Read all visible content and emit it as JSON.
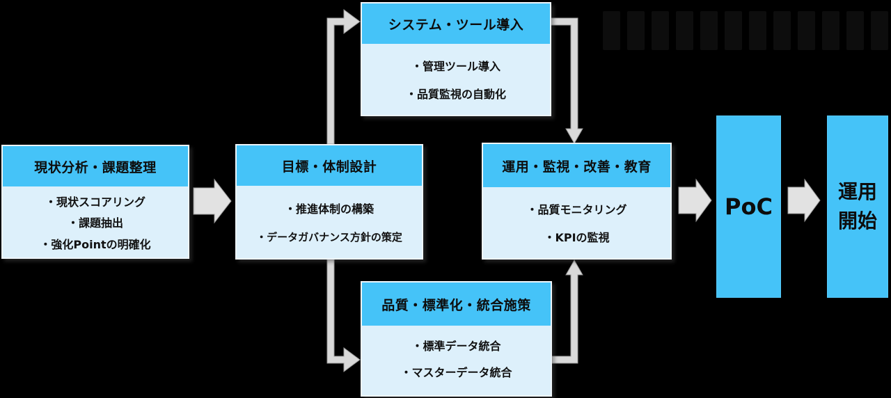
{
  "colors": {
    "background": "#000000",
    "header_blue": "#45c3f8",
    "body_light_blue": "#ddf0fb",
    "milestone_blue": "#45c3f8",
    "arrow_gray": "#e2e2e2",
    "connector_gray": "#d9d9d9",
    "text_dark": "#0d0d0d"
  },
  "diagram": {
    "stages": [
      {
        "title": "現状分析・課題整理",
        "items": [
          "・現状スコアリング",
          "・課題抽出",
          "・強化Pointの明確化"
        ]
      },
      {
        "title": "目標・体制設計",
        "items": [
          "・推進体制の構築",
          "・データガバナンス方針の策定"
        ]
      },
      {
        "title": "システム・ツール導入",
        "items": [
          "・管理ツール導入",
          "・品質監視の自動化"
        ]
      },
      {
        "title": "品質・標準化・統合施策",
        "items": [
          "・標準データ統合",
          "・マスターデータ統合"
        ]
      },
      {
        "title": "運用・監視・改善・教育",
        "items": [
          "・品質モニタリング",
          "・KPIの監視"
        ]
      }
    ],
    "poc": {
      "label": "PoC"
    },
    "final": {
      "lines": [
        "運用",
        "開始"
      ]
    }
  }
}
